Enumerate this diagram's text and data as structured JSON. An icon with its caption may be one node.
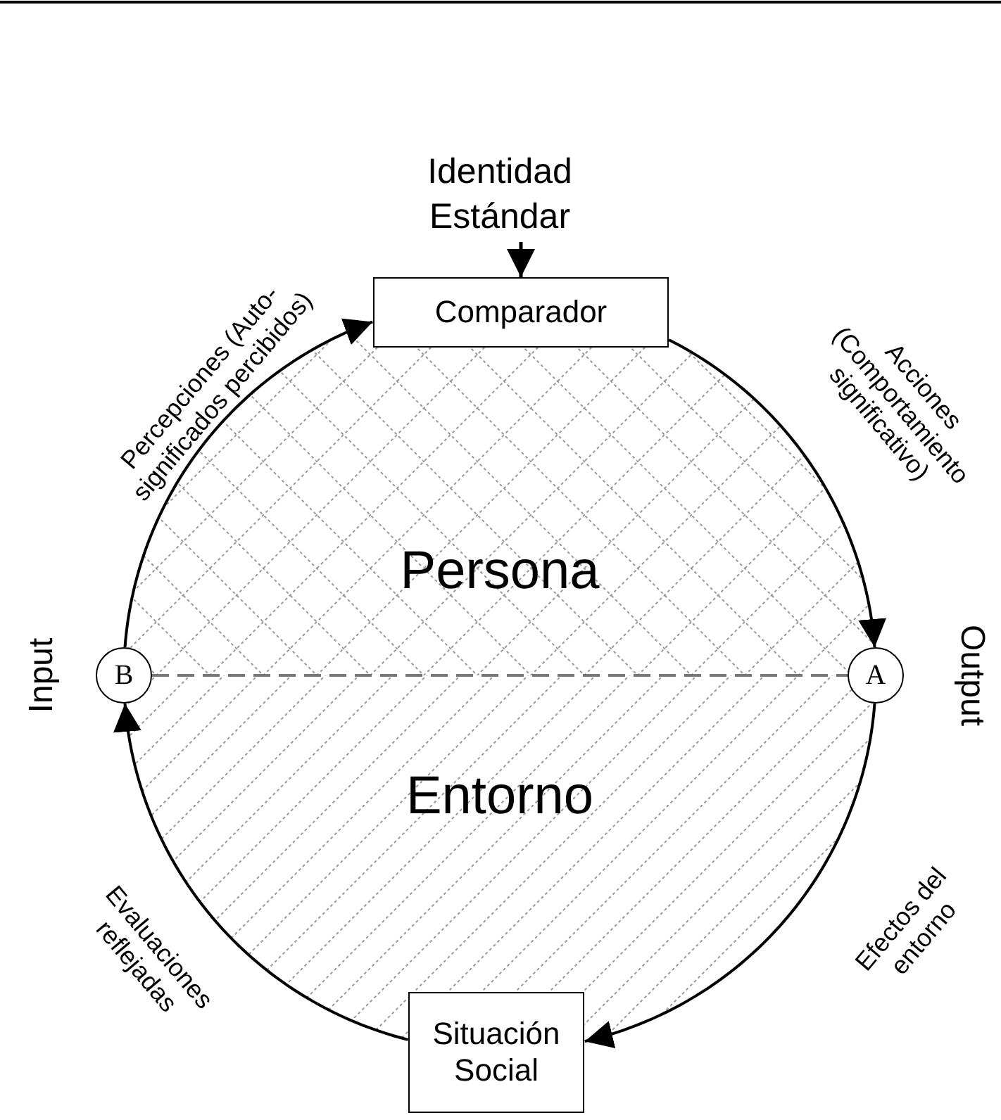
{
  "diagram": {
    "nodes": [
      {
        "text": [
          "Identidad Estándar"
        ]
      },
      {
        "text": [
          "Comparador"
        ]
      },
      {
        "text": [
          "A"
        ],
        "beside": [
          "Output"
        ]
      },
      {
        "text": [
          "Situación Social"
        ]
      },
      {
        "text": [
          "B"
        ],
        "beside": [
          "Input"
        ]
      }
    ],
    "edges": [
      {
        "from": 0,
        "to": 1,
        "arrow": "to"
      },
      {
        "from": 1,
        "to": 2,
        "arrow": "to",
        "label": "Acciones (Comportamiento significativo)"
      },
      {
        "from": 2,
        "to": 3,
        "arrow": "to",
        "label": "Efectos del entorno"
      },
      {
        "from": 3,
        "to": 4,
        "arrow": "to",
        "label": "Evaluaciones reflejadas"
      },
      {
        "from": 4,
        "to": 1,
        "arrow": "to",
        "label": "Percepciones (Auto-significados percibidos)"
      },
      {
        "from": 4,
        "to": 2,
        "arrow": "none",
        "style": "dashed",
        "color": "#777777"
      }
    ],
    "labels": [
      "Persona",
      "Entorno"
    ]
  }
}
